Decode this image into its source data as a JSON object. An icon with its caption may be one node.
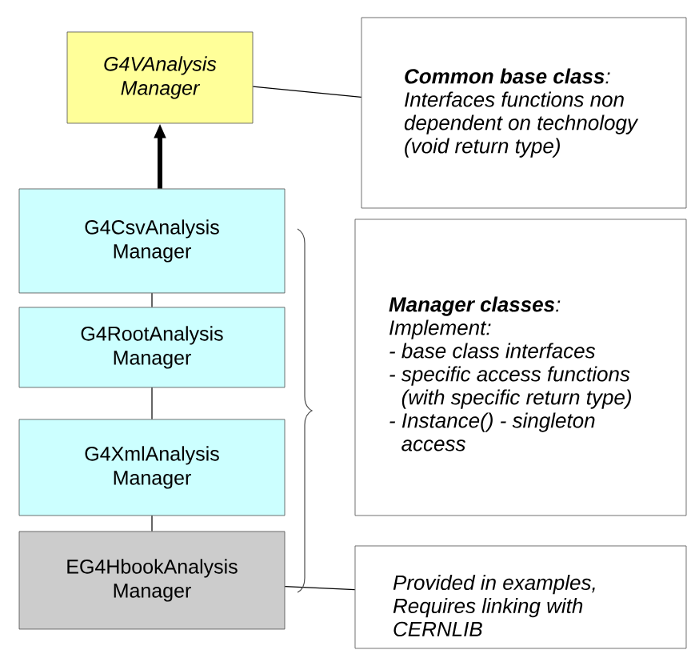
{
  "diagram": {
    "nodes": [
      {
        "text": [
          "G4VAnalysis Manager"
        ]
      },
      {
        "text": [
          "G4CsvAnalysis Manager"
        ]
      },
      {
        "text": [
          "G4RootAnalysis Manager"
        ]
      },
      {
        "text": [
          "G4XmlAnalysis Manager"
        ]
      },
      {
        "text": [
          "EG4HbookAnalysis Manager"
        ]
      },
      {
        "text": [
          "**Common base class**:",
          "Interfaces functions non dependent on technology (void return type)"
        ]
      },
      {
        "text": [
          "**Manager classes**:",
          "Implement:",
          "- base class interfaces",
          "- specific access functions (with specific return type)",
          "- Instance() - singleton access"
        ]
      },
      {
        "text": [
          "Provided in examples, Requires linking with CERNLIB"
        ]
      }
    ],
    "edges": [
      {
        "from": 1,
        "to": 0,
        "arrow": "to",
        "style": "thick"
      },
      {
        "from": 1,
        "to": 2,
        "arrow": "none"
      },
      {
        "from": 2,
        "to": 3,
        "arrow": "none"
      },
      {
        "from": 3,
        "to": 4,
        "arrow": "none"
      },
      {
        "from": 0,
        "to": 5,
        "arrow": "none"
      },
      {
        "from": 4,
        "to": 7,
        "arrow": "none"
      }
    ]
  }
}
